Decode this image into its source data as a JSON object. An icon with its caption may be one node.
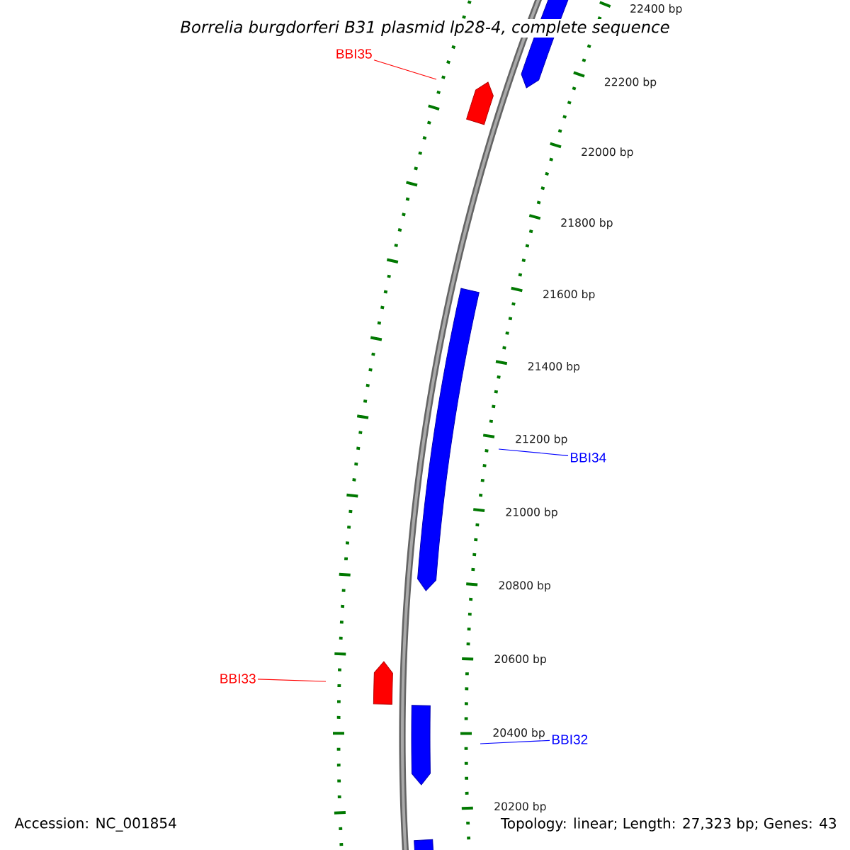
{
  "diagram": {
    "title": "Borrelia burgdorferi B31 plasmid lp28-4, complete sequence",
    "nodes": [
      {
        "text": [
          "BBI35"
        ]
      },
      {
        "text": [
          "BBI34"
        ]
      },
      {
        "text": [
          "BBI33"
        ]
      },
      {
        "text": [
          "BBI32"
        ]
      }
    ],
    "edges": [
      {
        "from": 0,
        "to": null,
        "arrow": "none",
        "color": "#ff0000"
      },
      {
        "from": 1,
        "to": null,
        "arrow": "none",
        "color": "#0000ff"
      },
      {
        "from": 2,
        "to": null,
        "arrow": "none",
        "color": "#ff0000"
      },
      {
        "from": 3,
        "to": null,
        "arrow": "none",
        "color": "#0000ff"
      }
    ],
    "labels": [
      "22400 bp",
      "22200 bp",
      "22000 bp",
      "21800 bp",
      "21600 bp",
      "21400 bp",
      "21200 bp",
      "21000 bp",
      "20800 bp",
      "20600 bp",
      "20400 bp",
      "20200 bp",
      "Accession: NC_001854",
      "Topology: linear; Length: 27,323 bp; Genes: 43"
    ]
  }
}
